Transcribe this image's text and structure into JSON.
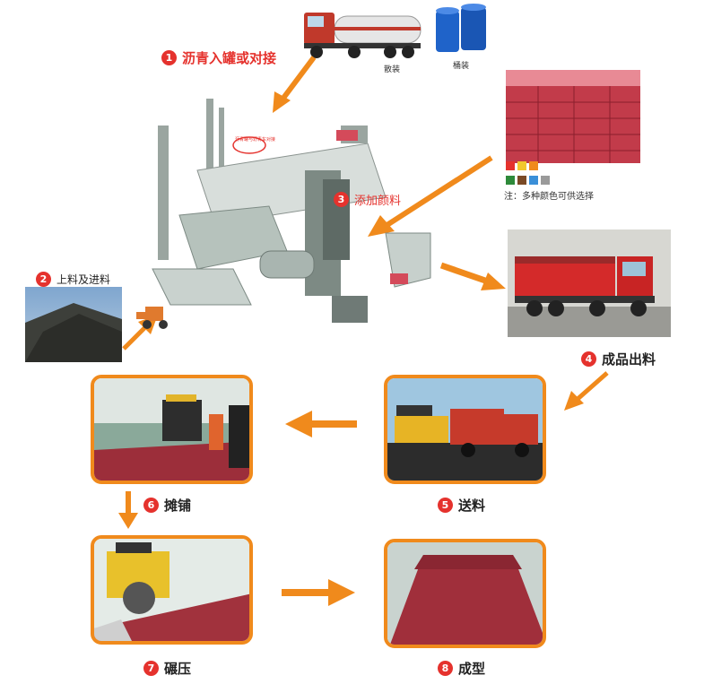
{
  "steps": [
    {
      "num": "1",
      "label": "沥青入罐或对接"
    },
    {
      "num": "2",
      "label": "上料及进料"
    },
    {
      "num": "3",
      "label": "添加颜料"
    },
    {
      "num": "4",
      "label": "成品出料"
    },
    {
      "num": "5",
      "label": "送料"
    },
    {
      "num": "6",
      "label": "摊铺"
    },
    {
      "num": "7",
      "label": "碾压"
    },
    {
      "num": "8",
      "label": "成型"
    }
  ],
  "supply": {
    "bulk_label": "散装",
    "barrel_label": "桶装"
  },
  "pigment": {
    "note": "注：多种颜色可供选择",
    "swatch_colors": [
      "#e5322d",
      "#f2c82e",
      "#f08a1c",
      "#2e8a3a",
      "#7a4a26",
      "#3a8fd8",
      "#9a9a9a"
    ]
  },
  "plant_note": "沥青罐与沥青车对接",
  "colors": {
    "accent": "#f08a1c",
    "red": "#e5322d",
    "pavement": "#9c2e3a"
  }
}
